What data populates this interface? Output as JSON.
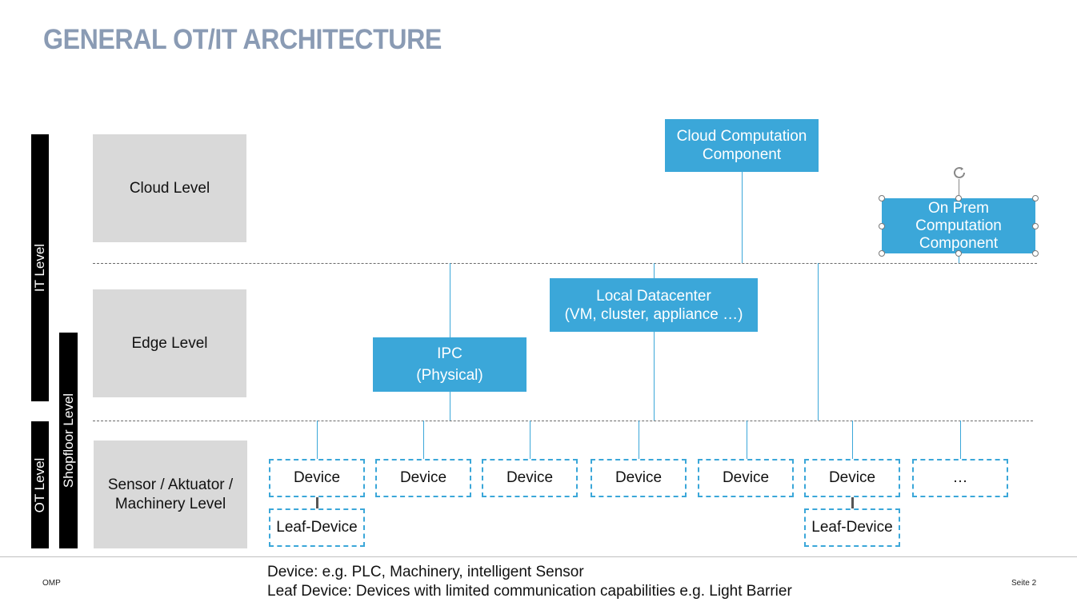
{
  "title": "GENERAL OT/IT ARCHITECTURE",
  "side_labels": {
    "it": "IT Level",
    "shopfloor": "Shopfloor Level",
    "ot": "OT Level"
  },
  "levels": {
    "cloud": "Cloud Level",
    "edge": "Edge Level",
    "sensor_line1": "Sensor / Aktuator /",
    "sensor_line2": "Machinery Level"
  },
  "boxes": {
    "cloud_line1": "Cloud Computation",
    "cloud_line2": "Component",
    "onprem_line1": "On Prem",
    "onprem_line2": "Computation",
    "onprem_line3": "Component",
    "datacenter_line1": "Local Datacenter",
    "datacenter_line2": "(VM, cluster,  appliance …)",
    "ipc_line1": "IPC",
    "ipc_line2": "(Physical)"
  },
  "devices": [
    "Device",
    "Device",
    "Device",
    "Device",
    "Device",
    "Device",
    "…"
  ],
  "leaf_devices": [
    "Leaf-Device",
    "Leaf-Device"
  ],
  "legend": {
    "line1": "Device: e.g. PLC, Machinery, intelligent Sensor",
    "line2": "Leaf Device: Devices with limited communication capabilities e.g. Light Barrier"
  },
  "footer": {
    "left": "OMP",
    "right": "Seite 2"
  },
  "colors": {
    "title": "#8a9bb4",
    "component_blue": "#3ba7d9",
    "level_gray": "#d9d9d9"
  }
}
